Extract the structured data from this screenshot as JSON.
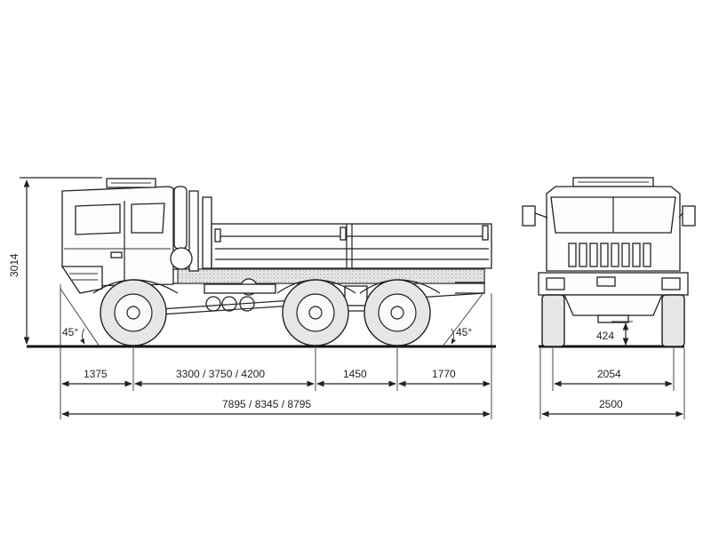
{
  "dimensions": {
    "overall_height": "3014",
    "front_overhang": "1375",
    "wheelbase": "3300 / 3750 / 4200",
    "tandem_spacing": "1450",
    "rear_overhang": "1770",
    "overall_length": "7895 / 8345 / 8795",
    "track_width": "2054",
    "overall_width": "2500",
    "ground_clearance": "424",
    "approach_angle": "45°",
    "departure_angle": "45°"
  }
}
